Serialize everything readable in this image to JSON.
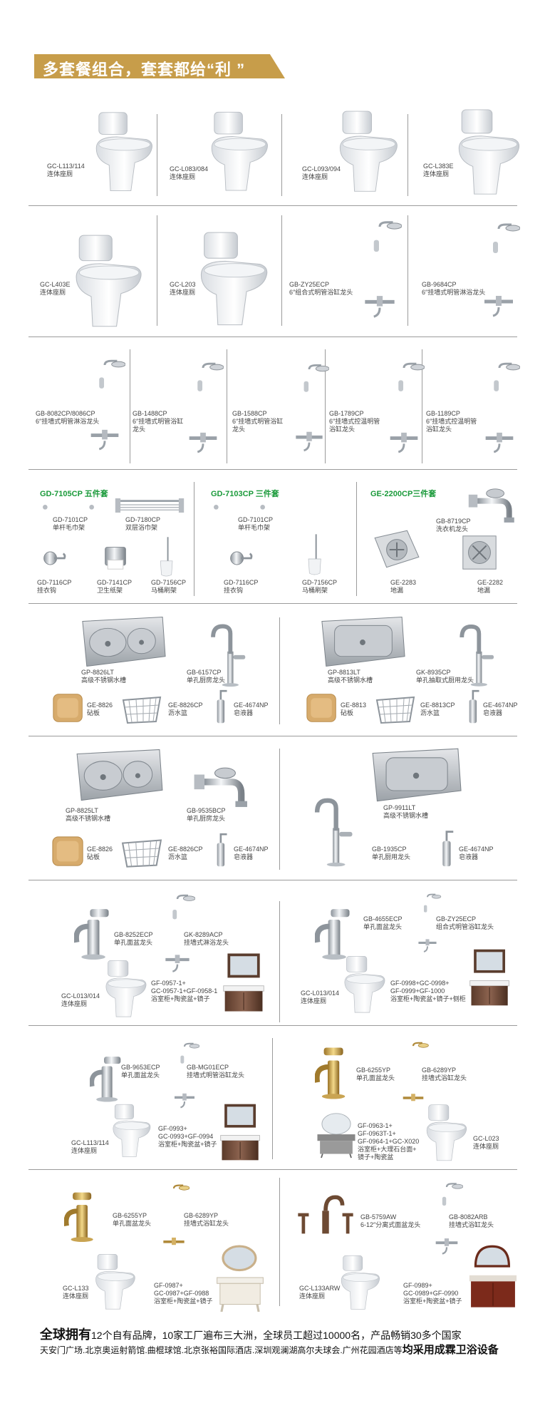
{
  "banner": "多套餐组合，套套都给“利 ”",
  "row1": [
    {
      "code": "GC-L113/114",
      "name": "连体座厕"
    },
    {
      "code": "GC-L083/084",
      "name": "连体座厕"
    },
    {
      "code": "GC-L093/094",
      "name": "连体座厕"
    },
    {
      "code": "GC-L383E",
      "name": "连体座厕"
    }
  ],
  "row2": [
    {
      "code": "GC-L403E",
      "name": "连体座厕"
    },
    {
      "code": "GC-L203",
      "name": "连体座厕"
    },
    {
      "code": "GB-ZY25ECP",
      "name": "6″组合式明管浴缸龙头"
    },
    {
      "code": "GB-9684CP",
      "name": "6″挂墙式明管淋浴龙头"
    }
  ],
  "row3": [
    {
      "code": "GB-8082CP/8086CP",
      "name": "6″挂墙式明管淋浴龙头"
    },
    {
      "code": "GB-1488CP",
      "name": "6″挂墙式明管浴缸",
      "name2": "龙头"
    },
    {
      "code": "GB-1588CP",
      "name": "6″挂墙式明管浴缸",
      "name2": "龙头"
    },
    {
      "code": "GB-1789CP",
      "name": "6″挂墙式控温明管",
      "name2": "浴缸龙头"
    },
    {
      "code": "GB-1189CP",
      "name": "6″挂墙式控温明管",
      "name2": "浴缸龙头"
    }
  ],
  "row4": {
    "set1": {
      "title": "GD-7105CP 五件套",
      "items": [
        {
          "code": "GD-7101CP",
          "name": "单杆毛巾架"
        },
        {
          "code": "GD-7180CP",
          "name": "双层浴巾架"
        },
        {
          "code": "GD-7116CP",
          "name": "挂衣钩"
        },
        {
          "code": "GD-7141CP",
          "name": "卫生纸架"
        },
        {
          "code": "GD-7156CP",
          "name": "马桶刷架"
        }
      ]
    },
    "set2": {
      "title": "GD-7103CP 三件套",
      "items": [
        {
          "code": "GD-7101CP",
          "name": "单杆毛巾架"
        },
        {
          "code": "GD-7116CP",
          "name": "挂衣钩"
        },
        {
          "code": "GD-7156CP",
          "name": "马桶刷架"
        }
      ]
    },
    "set3": {
      "title": "GE-2200CP三件套",
      "items": [
        {
          "code": "GB-8719CP",
          "name": "洗衣机龙头"
        },
        {
          "code": "GE-2283",
          "name": "地漏"
        },
        {
          "code": "GE-2282",
          "name": "地漏"
        }
      ]
    }
  },
  "row5": {
    "left": [
      {
        "code": "GP-8826LT",
        "name": "高级不锈钢水槽"
      },
      {
        "code": "GB-6157CP",
        "name": "单孔厨房龙头"
      },
      {
        "code": "GE-8826",
        "name": "砧板"
      },
      {
        "code": "GE-8826CP",
        "name": "沥水篮"
      },
      {
        "code": "GE-4674NP",
        "name": "皂液器"
      }
    ],
    "right": [
      {
        "code": "GP-8813LT",
        "name": "高级不锈钢水槽"
      },
      {
        "code": "GK-8935CP",
        "name": "单孔抽取式厨用龙头"
      },
      {
        "code": "GE-8813",
        "name": "砧板"
      },
      {
        "code": "GE-8813CP",
        "name": "沥水篮"
      },
      {
        "code": "GE-4674NP",
        "name": "皂液器"
      }
    ]
  },
  "row6": {
    "left": [
      {
        "code": "GP-8825LT",
        "name": "高级不锈钢水槽"
      },
      {
        "code": "GB-9535BCP",
        "name": "单孔厨房龙头"
      },
      {
        "code": "GE-8826",
        "name": "砧板"
      },
      {
        "code": "GE-8826CP",
        "name": "沥水篮"
      },
      {
        "code": "GE-4674NP",
        "name": "皂液器"
      }
    ],
    "right": [
      {
        "code": "GP-9911LT",
        "name": "高级不锈钢水槽"
      },
      {
        "code": "GB-1935CP",
        "name": "单孔厨用龙头"
      },
      {
        "code": "GE-4674NP",
        "name": "皂液器"
      }
    ]
  },
  "row7": {
    "left": [
      {
        "code": "GB-8252ECP",
        "name": "单孔面盆龙头"
      },
      {
        "code": "GK-8289ACP",
        "name": "挂墙式淋浴龙头"
      },
      {
        "code": "GC-L013/014",
        "name": "连体座厕"
      },
      {
        "code": "GF-0957-1+",
        "code2": "GC-0957-1+GF-0958-1",
        "name": "浴室柜+陶瓷盆+镜子"
      }
    ],
    "right": [
      {
        "code": "GB-4655ECP",
        "name": "单孔面盆龙头"
      },
      {
        "code": "GB-ZY25ECP",
        "name": "组合式明管浴缸龙头"
      },
      {
        "code": "GC-L013/014",
        "name": "连体座厕"
      },
      {
        "code": "GF-0998+GC-0998+",
        "code2": "GF-0999+GF-1000",
        "name": "浴室柜+陶瓷盆+镜子+侧柜"
      }
    ]
  },
  "row8": {
    "left": [
      {
        "code": "GB-9653ECP",
        "name": "单孔面盆龙头"
      },
      {
        "code": "GB-MG01ECP",
        "name": "挂墙式明管浴缸龙头"
      },
      {
        "code": "GC-L113/114",
        "name": "连体座厕"
      },
      {
        "code": "GF-0993+",
        "code2": "GC-0993+GF-0994",
        "name": "浴室柜+陶瓷盆+镜子"
      }
    ],
    "right": [
      {
        "code": "GB-6255YP",
        "name": "单孔面盆龙头"
      },
      {
        "code": "GB-6289YP",
        "name": "挂墙式浴缸龙头"
      },
      {
        "code": "GF-0963-1+",
        "code2": "GF-0963T-1+",
        "code3": "GF-0964-1+GC-X020",
        "name": "浴室柜+大理石台面+",
        "name2": "镜子+陶瓷盆"
      },
      {
        "code": "GC-L023",
        "name": "连体座厕"
      }
    ]
  },
  "row9": {
    "left": [
      {
        "code": "GB-6255YP",
        "name": "单孔面盆龙头"
      },
      {
        "code": "GB-6289YP",
        "name": "挂墙式浴缸龙头"
      },
      {
        "code": "GC-L133",
        "name": "连体座厕"
      },
      {
        "code": "GF-0987+",
        "code2": "GC-0987+GF-0988",
        "name": "浴室柜+陶瓷盆+镜子"
      }
    ],
    "right": [
      {
        "code": "GB-5759AW",
        "name": "6-12″分离式面盆龙头"
      },
      {
        "code": "GB-8082ARB",
        "name": "挂墙式浴缸龙头"
      },
      {
        "code": "GC-L133ARW",
        "name": "连体座厕"
      },
      {
        "code": "GF-0989+",
        "code2": "GC-0989+GF-0990",
        "name": "浴室柜+陶瓷盆+镜子"
      }
    ]
  },
  "footer": {
    "line1_bold": "全球拥有",
    "line1": "12个自有品牌，10家工厂遍布三大洲，全球员工超过10000名，产品畅销30多个国家",
    "line2": "天安门广场.北京奥运射箭馆.曲棍球馆.北京张裕国际酒店.深圳观澜湖高尔夫球会.广州花园酒店等",
    "line2_bold": "均采用成霖卫浴设备"
  },
  "colors": {
    "banner": "#c79d4a",
    "set_title": "#1a9a3a",
    "divider": "#9b9b9b"
  }
}
